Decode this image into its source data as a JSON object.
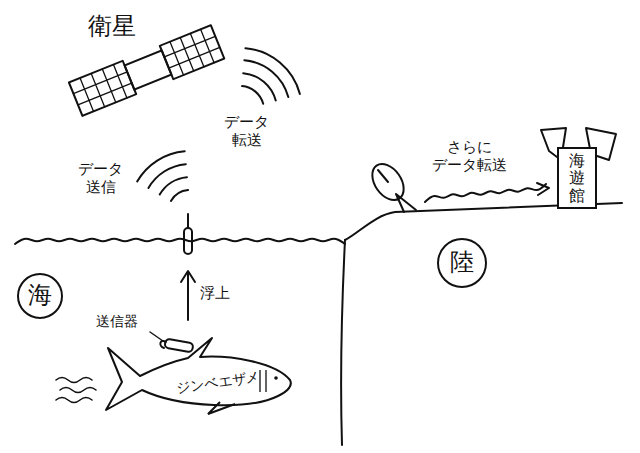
{
  "diagram": {
    "nodes": [
      {
        "text": [
          "海遊館"
        ]
      },
      {
        "text": [
          "陸"
        ]
      },
      {
        "text": [
          "海"
        ]
      },
      {
        "text": [
          "ジンベエザメ"
        ]
      }
    ],
    "labels": [
      "衛星",
      "データ 送信",
      "データ 転送",
      "さらに データ転送",
      "浮上",
      "送信器"
    ]
  }
}
